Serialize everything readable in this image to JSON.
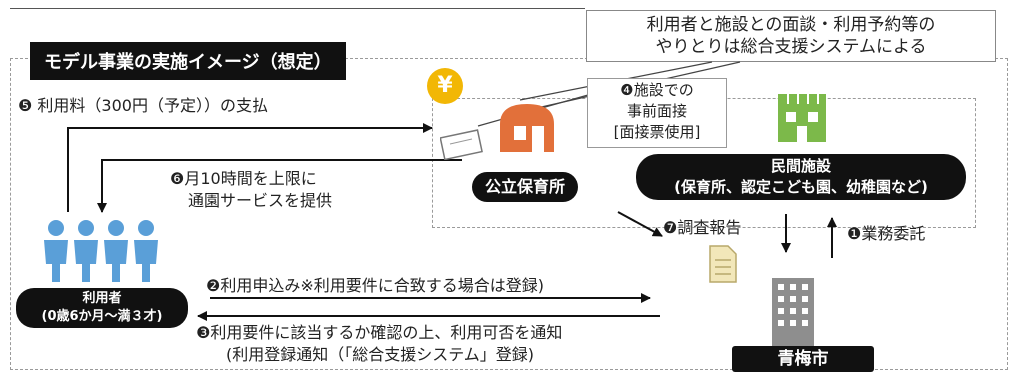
{
  "title": "モデル事業の実施イメージ（想定）",
  "callout": {
    "line1": "利用者と施設との面談・利用予約等の",
    "line2": "やりとりは総合支援システムによる"
  },
  "step4": {
    "line1": "❹施設での",
    "line2": "事前面接",
    "line3": "[面接票使用]"
  },
  "step5": "❺ 利用料（300円（予定））の支払",
  "step6": {
    "line1": "❻月10時間を上限に",
    "line2": "通園サービスを提供"
  },
  "step7": "❼調査報告",
  "step1": "❶業務委託",
  "step2": "❷利用申込み※利用要件に合致する場合は登録)",
  "step3": {
    "line1": "❸利用要件に該当するか確認の上、利用可否を通知",
    "line2": "(利用登録通知（「総合支援システム」登録)"
  },
  "nodes": {
    "public_nursery": "公立保育所",
    "private_facility_line1": "民間施設",
    "private_facility_line2": "(保育所、認定こども園、幼稚園など)",
    "user_line1": "利用者",
    "user_line2": "(0歳6か月～満３才)",
    "city": "青梅市"
  },
  "icons": {
    "yen": "yen-coin-icon",
    "nursery": "house-icon",
    "facility": "building-icon",
    "people": "people-icon",
    "city": "city-hall-icon",
    "report": "document-icon",
    "ticket": "ticket-icon"
  },
  "colors": {
    "orange": "#e2703a",
    "green": "#7cb94a",
    "blue": "#5a9fd8",
    "gray": "#8e8e8e",
    "yellow": "#f2b705"
  }
}
